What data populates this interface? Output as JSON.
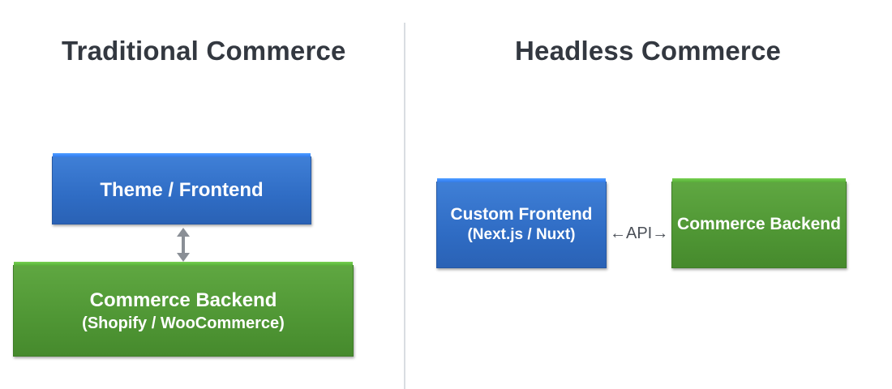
{
  "traditional": {
    "heading": "Traditional Commerce",
    "frontend_label": "Theme / Frontend",
    "backend_label": "Commerce Backend",
    "backend_sub": "(Shopify / WooCommerce)"
  },
  "headless": {
    "heading": "Headless Commerce",
    "frontend_label": "Custom Frontend",
    "frontend_sub": "(Next.js / Nuxt)",
    "connector_label": "←API→",
    "backend_label": "Commerce Backend"
  },
  "colors": {
    "frontend_blue": "#2f6cc4",
    "backend_green": "#4f9634",
    "heading_text": "#333840",
    "arrow_gray": "#8a8f96"
  }
}
